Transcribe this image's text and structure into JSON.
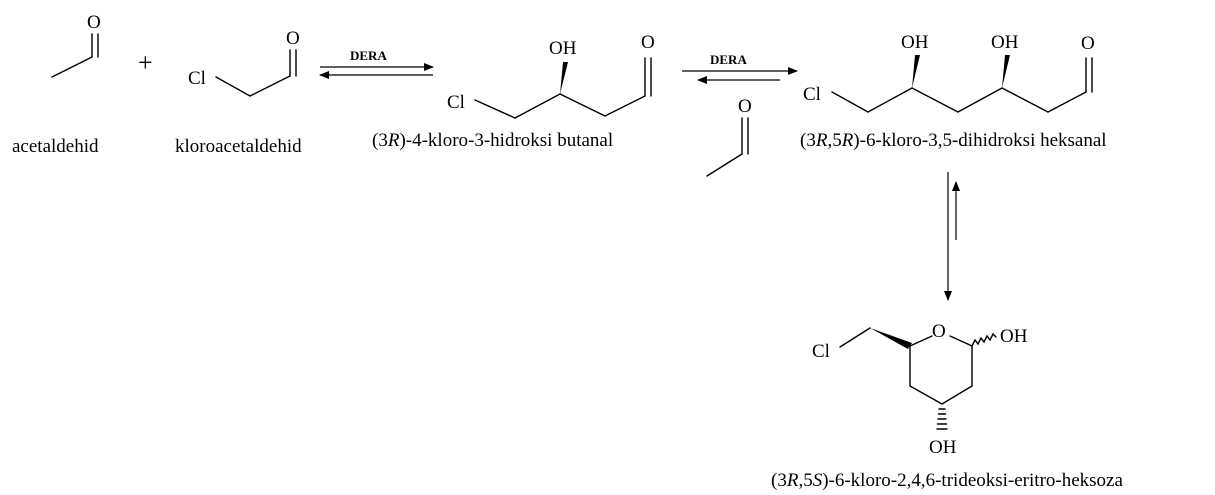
{
  "atoms": {
    "oxygen": "O",
    "chloro": "Cl",
    "hydroxyl": "OH"
  },
  "plus_sign": "+",
  "enzyme": "DERA",
  "labels": {
    "acetaldehyde": "acetaldehid",
    "chloroacetaldehyde": "kloroacetaldehid",
    "butanal": {
      "pre": "(3",
      "stereo": "R",
      "post": ")-4-kloro-3-hidroksi butanal"
    },
    "hexanal": {
      "pre": "(3",
      "stereo1": "R",
      "mid": ",5",
      "stereo2": "R",
      "post": ")-6-kloro-3,5-dihidroksi heksanal"
    },
    "hexose": {
      "pre": "(3",
      "stereo1": "R",
      "mid": ",5",
      "stereo2": "S",
      "post": ")-6-kloro-2,4,6-trideoksi-eritro-heksoza"
    }
  }
}
